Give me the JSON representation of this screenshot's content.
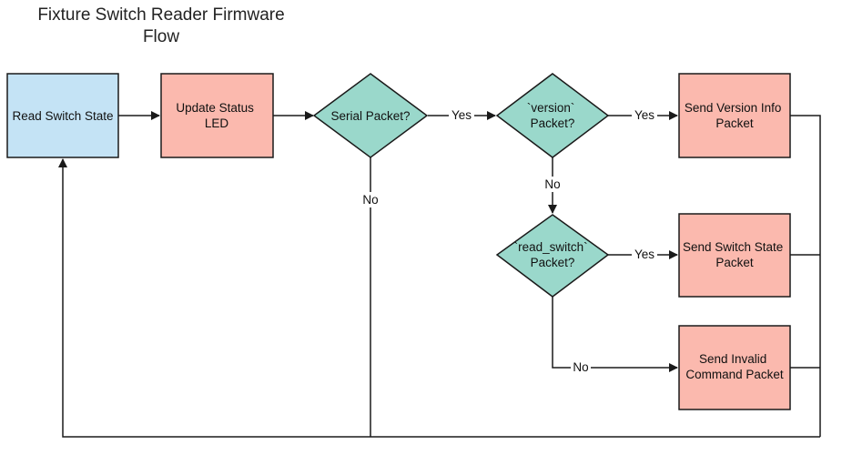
{
  "title": {
    "line1": "Fixture Switch Reader Firmware",
    "line2": "Flow"
  },
  "colors": {
    "start": "#c4e3f5",
    "action": "#fbb9ae",
    "decision": "#9ad8cb",
    "stroke": "#1a1a1a"
  },
  "nodes": {
    "read_switch_state": {
      "lines": [
        "Read Switch State"
      ]
    },
    "update_status_led": {
      "lines": [
        "Update Status",
        "LED"
      ]
    },
    "serial_packet": {
      "lines": [
        "Serial Packet?"
      ]
    },
    "version_packet": {
      "lines": [
        "`version`",
        "Packet?"
      ]
    },
    "read_switch_packet": {
      "lines": [
        "`read_switch`",
        "Packet?"
      ]
    },
    "send_version_info": {
      "lines": [
        "Send Version Info",
        "Packet"
      ]
    },
    "send_switch_state": {
      "lines": [
        "Send Switch State",
        "Packet"
      ]
    },
    "send_invalid_command": {
      "lines": [
        "Send Invalid",
        "Command Packet"
      ]
    }
  },
  "edge_labels": {
    "serial_yes": "Yes",
    "serial_no": "No",
    "version_yes": "Yes",
    "version_no": "No",
    "read_switch_yes": "Yes",
    "read_switch_no": "No"
  }
}
